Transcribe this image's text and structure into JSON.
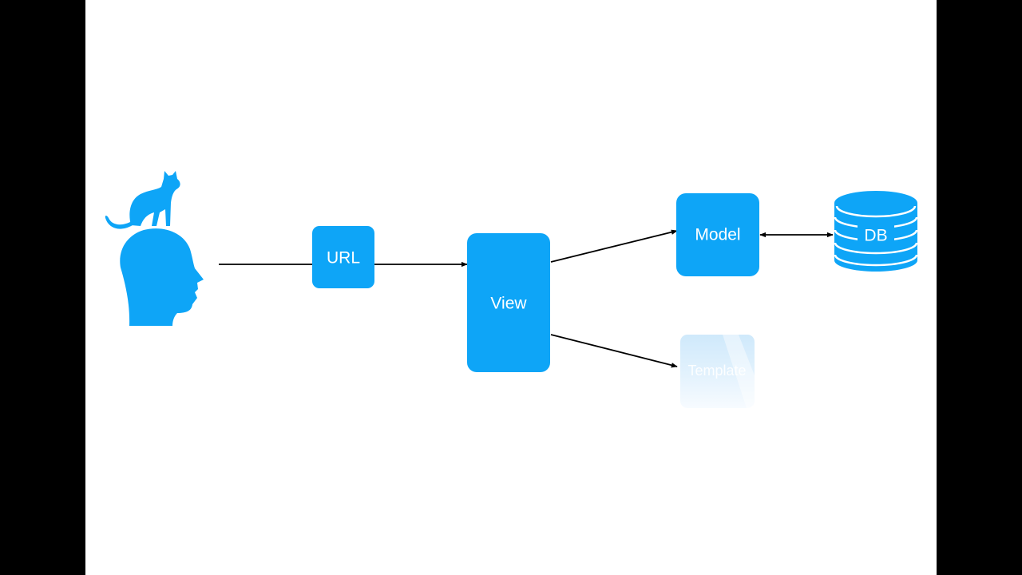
{
  "colors": {
    "accent": "#0ea5f7",
    "arrow": "#000000",
    "background": "#ffffff",
    "letterbox": "#000000"
  },
  "icons": {
    "user": "person-head-with-cat-icon",
    "database": "database-cylinder-icon"
  },
  "nodes": {
    "url": {
      "label": "URL"
    },
    "view": {
      "label": "View"
    },
    "model": {
      "label": "Model"
    },
    "db": {
      "label": "DB"
    },
    "template": {
      "label": "Template",
      "state": "fading-in"
    }
  },
  "edges": [
    {
      "from": "user",
      "to": "url"
    },
    {
      "from": "url",
      "to": "view"
    },
    {
      "from": "view",
      "to": "model"
    },
    {
      "from": "view",
      "to": "template"
    },
    {
      "from": "model",
      "to": "db",
      "bidirectional": true
    }
  ]
}
